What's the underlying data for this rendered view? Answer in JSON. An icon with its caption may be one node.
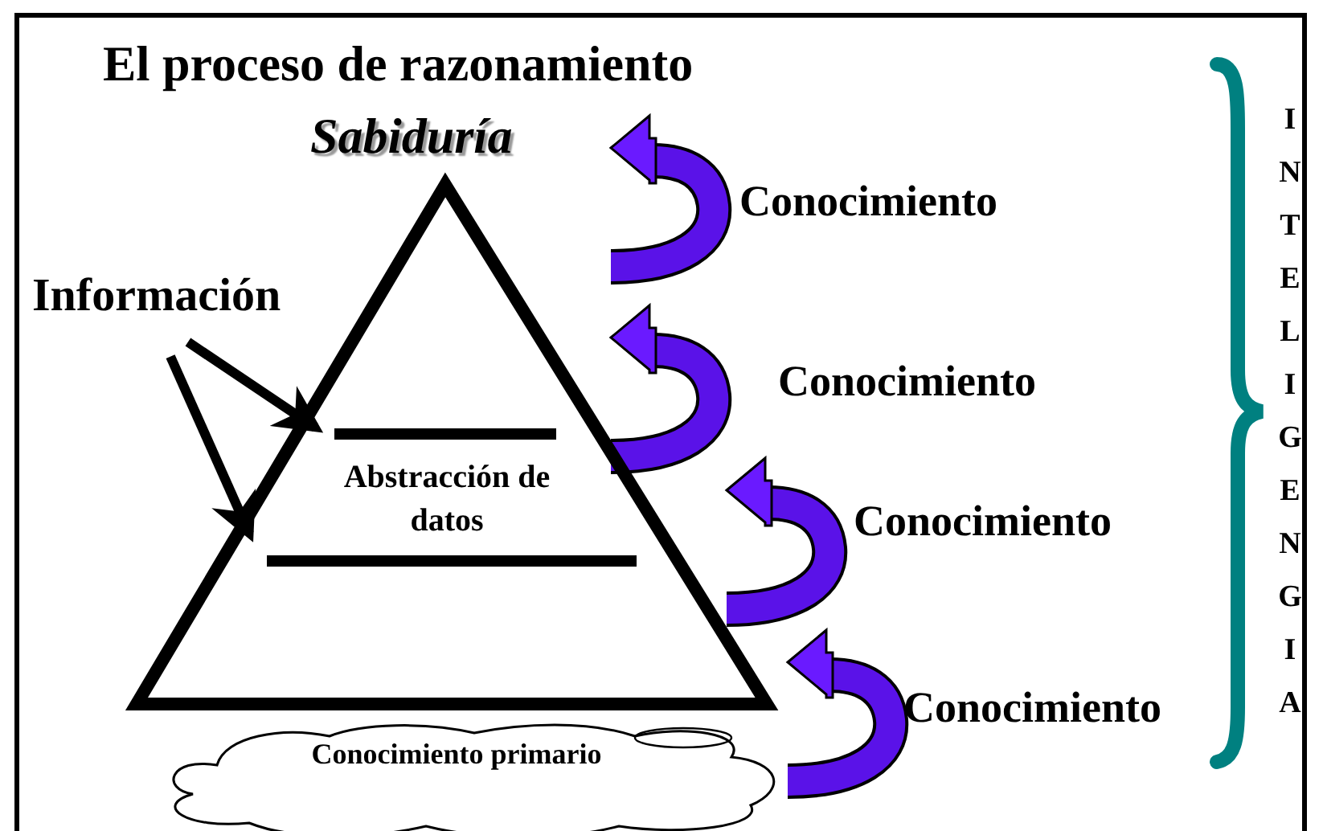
{
  "diagram": {
    "title": "El proceso de razonamiento",
    "nodes": [
      {
        "text": [
          "Información"
        ]
      },
      {
        "text": [
          "Sabiduría",
          "Abstracción de datos"
        ]
      },
      {
        "text": [
          "Conocimiento primario"
        ]
      }
    ],
    "edges": [
      {
        "from": 0,
        "to": 1,
        "arrow": "to"
      },
      {
        "from": 0,
        "to": 1,
        "arrow": "to"
      }
    ],
    "labels": [
      "Conocimiento",
      "Conocimiento",
      "Conocimiento",
      "Conocimiento",
      "INTELIGENGIA"
    ]
  }
}
